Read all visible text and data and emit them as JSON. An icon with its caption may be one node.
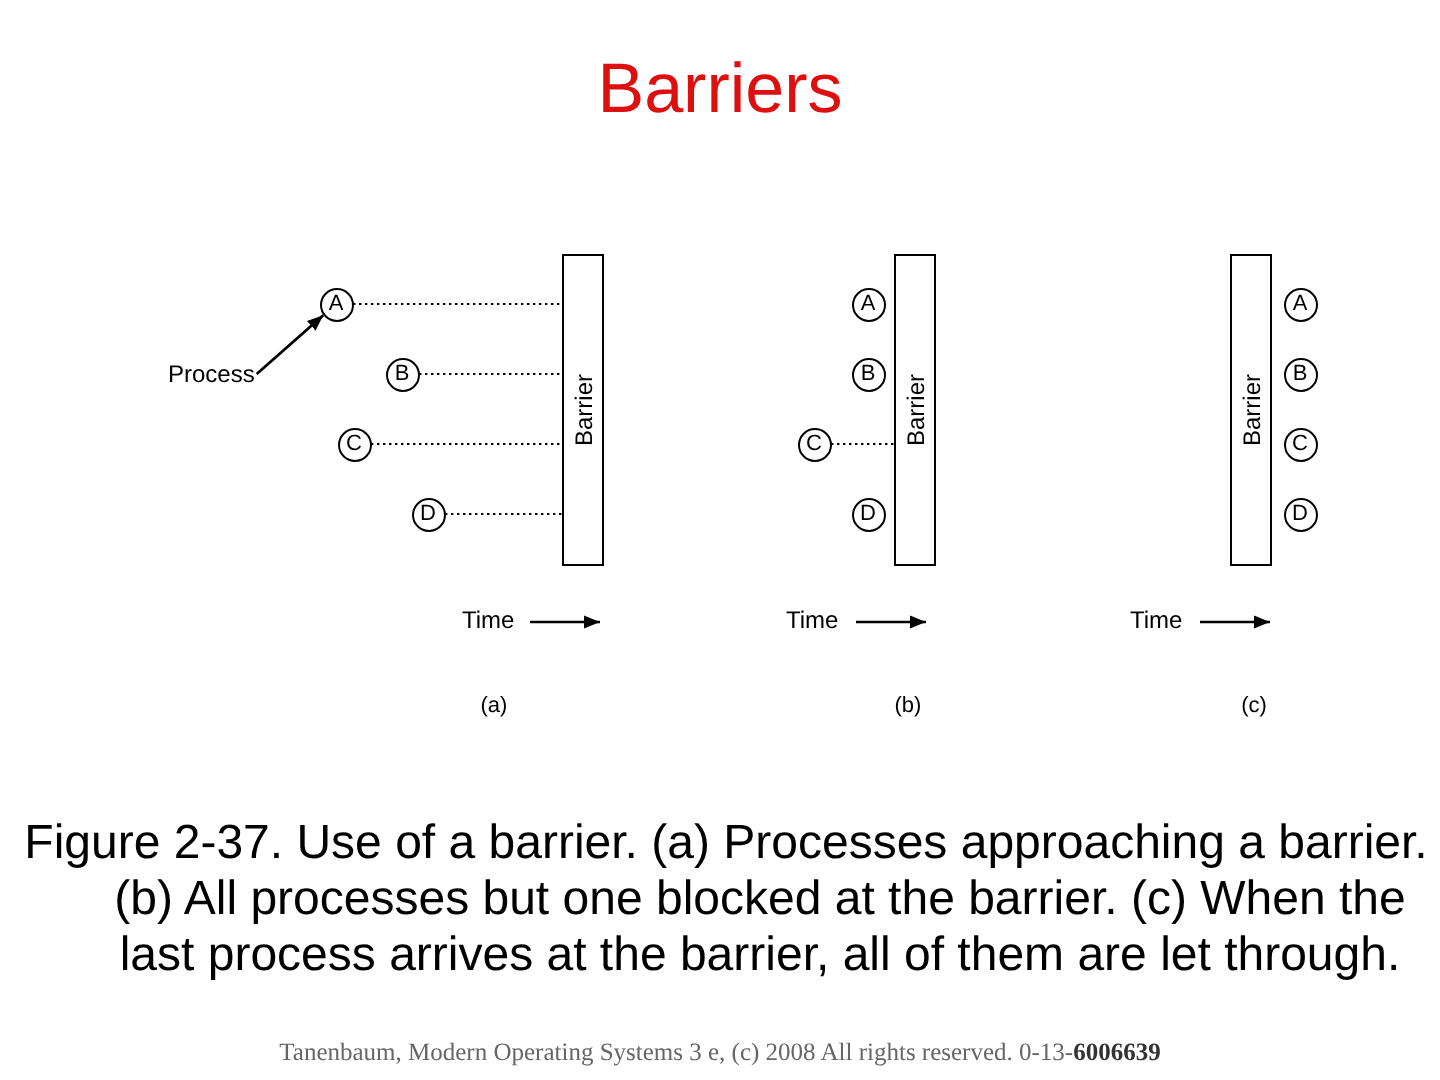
{
  "diagram": {
    "title": "Barriers",
    "caption": "Figure 2-37. Use of a barrier. (a) Processes approaching a barrier. (b) All processes but one blocked at the barrier. (c) When the last process arrives at the barrier, all of them are let through.",
    "nodes": [
      {
        "text": [
          "A"
        ]
      },
      {
        "text": [
          "Process"
        ]
      },
      {
        "text": [
          "B"
        ]
      },
      {
        "text": [
          "C"
        ]
      },
      {
        "text": [
          "D"
        ]
      },
      {
        "text": [
          "Barrier"
        ]
      },
      {
        "text": [
          "A"
        ]
      },
      {
        "text": [
          "B"
        ]
      },
      {
        "text": [
          "C"
        ]
      },
      {
        "text": [
          "D"
        ]
      },
      {
        "text": [
          "Barrier"
        ]
      },
      {
        "text": [
          "Barrier"
        ]
      },
      {
        "text": [
          "A"
        ]
      },
      {
        "text": [
          "B"
        ]
      },
      {
        "text": [
          "C"
        ]
      },
      {
        "text": [
          "D"
        ]
      }
    ],
    "edges": [
      {
        "from": 1,
        "to": 0,
        "arrow": "to"
      },
      {
        "from": 0,
        "to": 5,
        "arrow": "none",
        "style": "dashed"
      },
      {
        "from": 2,
        "to": 5,
        "arrow": "none",
        "style": "dashed"
      },
      {
        "from": 3,
        "to": 5,
        "arrow": "none",
        "style": "dashed"
      },
      {
        "from": 4,
        "to": 5,
        "arrow": "none",
        "style": "dashed"
      },
      {
        "from": 8,
        "to": 10,
        "arrow": "none",
        "style": "dashed"
      }
    ],
    "labels": [
      "Time",
      "Time",
      "Time",
      "(a)",
      "(b)",
      "(c)",
      "Tanenbaum, Modern Operating Systems 3 e, (c) 2008 All rights reserved. 0-13-**6006639**"
    ]
  }
}
